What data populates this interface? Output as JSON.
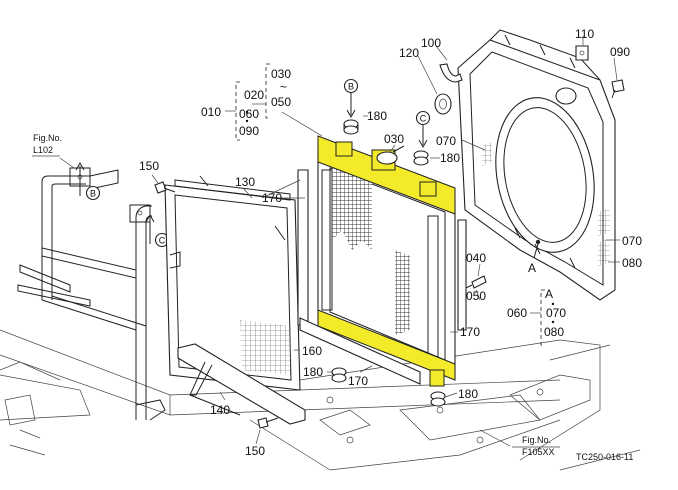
{
  "callouts": {
    "p100": "100",
    "p110": "110",
    "p090a": "090",
    "p120": "120",
    "p030a": "030",
    "p020": "020",
    "p050a": "050",
    "p060a": "060",
    "p010": "010",
    "p090b": "090",
    "p180a": "180",
    "p030b": "030",
    "p070a": "070",
    "p180b": "180",
    "p150a": "150",
    "p130": "130",
    "p170a": "170",
    "p070b": "070",
    "p080a": "080",
    "p040": "040",
    "p050b": "050",
    "p060b": "060",
    "p070c": "070",
    "p080b": "080",
    "p170b": "170",
    "p160": "160",
    "p180c": "180",
    "p170c": "170",
    "p180d": "180",
    "p140": "140",
    "p150b": "150"
  },
  "symbols": {
    "tilde": "~",
    "arrow_b_1": "B",
    "arrow_c_1": "C",
    "arrow_b_2": "B",
    "arrow_c_2": "C",
    "ref_a_1": "A",
    "ref_a_2": "A"
  },
  "fig_refs": {
    "left_prefix": "Fig.No.",
    "left_number": "L102",
    "right_prefix": "Fig.No.",
    "right_number": "F105XX"
  },
  "drawing_code": "TC250-016-11",
  "colors": {
    "highlight": "#f3ea2a",
    "line": "#222222"
  }
}
